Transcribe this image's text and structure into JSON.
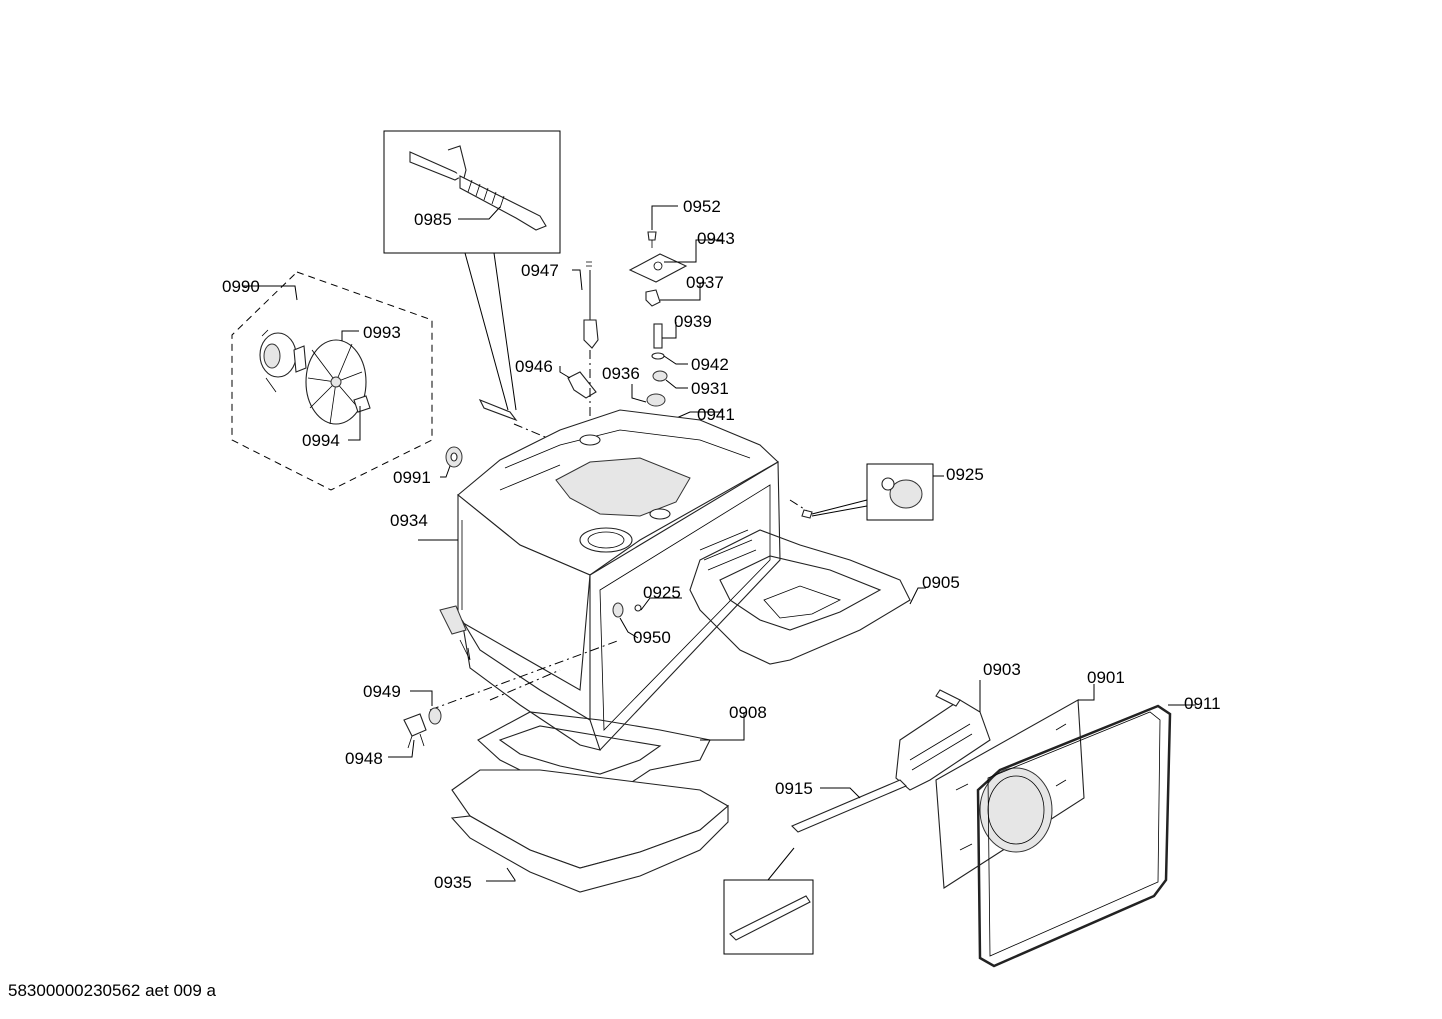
{
  "callouts": [
    {
      "id": "0985",
      "label": "0985"
    },
    {
      "id": "0990",
      "label": "0990"
    },
    {
      "id": "0993",
      "label": "0993"
    },
    {
      "id": "0994",
      "label": "0994"
    },
    {
      "id": "0991",
      "label": "0991"
    },
    {
      "id": "0952",
      "label": "0952"
    },
    {
      "id": "0943",
      "label": "0943"
    },
    {
      "id": "0947",
      "label": "0947"
    },
    {
      "id": "0937",
      "label": "0937"
    },
    {
      "id": "0939",
      "label": "0939"
    },
    {
      "id": "0942",
      "label": "0942"
    },
    {
      "id": "0946",
      "label": "0946"
    },
    {
      "id": "0936",
      "label": "0936"
    },
    {
      "id": "0931",
      "label": "0931"
    },
    {
      "id": "0941",
      "label": "0941"
    },
    {
      "id": "0925a",
      "label": "0925"
    },
    {
      "id": "0934",
      "label": "0934"
    },
    {
      "id": "0925b",
      "label": "0925"
    },
    {
      "id": "0905",
      "label": "0905"
    },
    {
      "id": "0950",
      "label": "0950"
    },
    {
      "id": "0949",
      "label": "0949"
    },
    {
      "id": "0908",
      "label": "0908"
    },
    {
      "id": "0948",
      "label": "0948"
    },
    {
      "id": "0903",
      "label": "0903"
    },
    {
      "id": "0901",
      "label": "0901"
    },
    {
      "id": "0911",
      "label": "0911"
    },
    {
      "id": "0915",
      "label": "0915"
    },
    {
      "id": "0935",
      "label": "0935"
    }
  ],
  "footer": {
    "code": "58300000230562 aet 009 a"
  }
}
